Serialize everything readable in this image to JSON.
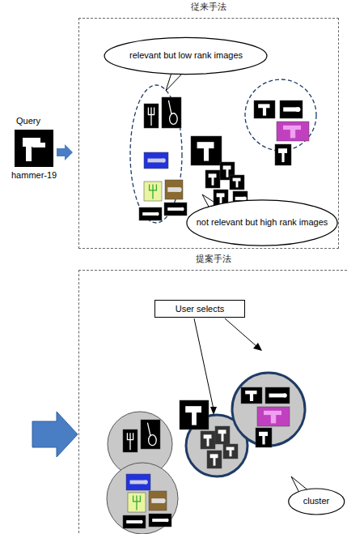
{
  "diagram": {
    "nodes": [
      {
        "text": [
          "従来手法"
        ]
      },
      {
        "text": [
          "relevant but low rank images"
        ],
        "in": 0
      },
      {
        "text": [
          "not relevant but high rank images"
        ],
        "in": 0
      },
      {
        "text": [
          "提案手法"
        ]
      },
      {
        "text": [
          "User selects"
        ],
        "in": 3
      },
      {
        "text": [
          "cluster"
        ],
        "in": 3
      }
    ],
    "labels": [
      "Query",
      "hammer-19"
    ]
  }
}
